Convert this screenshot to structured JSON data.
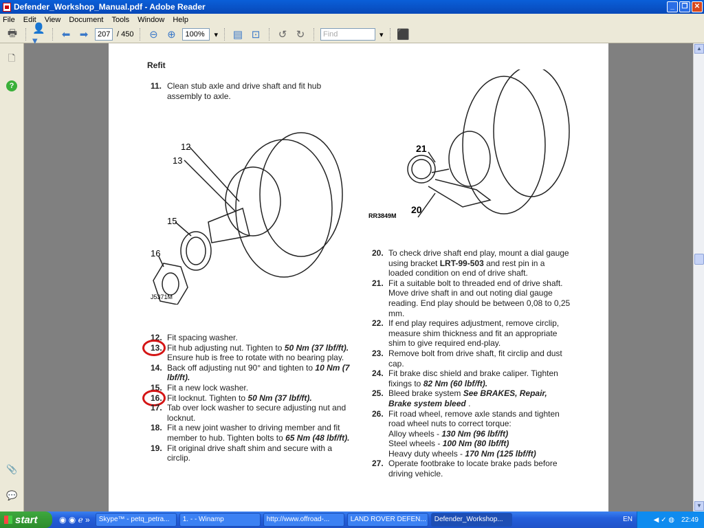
{
  "window": {
    "title": "Defender_Workshop_Manual.pdf - Adobe Reader"
  },
  "menu": [
    "File",
    "Edit",
    "View",
    "Document",
    "Tools",
    "Window",
    "Help"
  ],
  "toolbar": {
    "page_current": "207",
    "page_total": "/ 450",
    "zoom": "100%",
    "find_placeholder": "Find"
  },
  "document": {
    "heading": "Refit",
    "item11": {
      "num": "11.",
      "text": "Clean stub axle and drive shaft and fit hub assembly to axle."
    },
    "figure_left": {
      "labels": [
        "12",
        "13",
        "15",
        "16"
      ],
      "code": "J5371M"
    },
    "figure_right": {
      "labels": [
        "21",
        "20"
      ],
      "code": "RR3849M"
    },
    "left_items": [
      {
        "num": "12.",
        "segs": [
          {
            "t": "Fit spacing washer."
          }
        ]
      },
      {
        "num": "13.",
        "circled": true,
        "segs": [
          {
            "t": "Fit hub adjusting nut. Tighten to "
          },
          {
            "t": "50 Nm (37 lbf/ft).",
            "s": "bi"
          },
          {
            "t": "  Ensure hub is free to rotate with no bearing play."
          }
        ]
      },
      {
        "num": "14.",
        "segs": [
          {
            "t": "Back off adjusting nut 90° and tighten to "
          },
          {
            "t": "10 Nm (7 lbf/ft).",
            "s": "bi"
          }
        ]
      },
      {
        "num": "15.",
        "segs": [
          {
            "t": "Fit a new lock washer."
          }
        ]
      },
      {
        "num": "16.",
        "circled": true,
        "segs": [
          {
            "t": "Fit locknut. Tighten to "
          },
          {
            "t": "50 Nm (37 lbf/ft).",
            "s": "bi"
          }
        ]
      },
      {
        "num": "17.",
        "segs": [
          {
            "t": "Tab over lock washer to secure adjusting nut and locknut."
          }
        ]
      },
      {
        "num": "18.",
        "segs": [
          {
            "t": "Fit a new joint washer to driving member and fit member to hub. Tighten bolts to "
          },
          {
            "t": "65 Nm (48 lbf/ft).",
            "s": "bi"
          }
        ]
      },
      {
        "num": "19.",
        "segs": [
          {
            "t": "Fit original drive shaft shim and secure with a circlip."
          }
        ]
      }
    ],
    "right_items": [
      {
        "num": "20.",
        "segs": [
          {
            "t": "To check drive shaft end play, mount a dial gauge using bracket "
          },
          {
            "t": "LRT-99-503",
            "s": "b"
          },
          {
            "t": " and rest pin in a loaded condition on end of drive shaft."
          }
        ]
      },
      {
        "num": "21.",
        "segs": [
          {
            "t": "Fit a suitable bolt to threaded end of drive shaft. Move drive shaft in and out noting dial gauge reading. End play should be between 0,08 to 0,25 mm."
          }
        ]
      },
      {
        "num": "22.",
        "segs": [
          {
            "t": "If end play requires adjustment, remove circlip, measure shim thickness and fit an appropriate shim to give required end-play."
          }
        ]
      },
      {
        "num": "23.",
        "segs": [
          {
            "t": "Remove bolt from drive shaft, fit circlip and dust cap."
          }
        ]
      },
      {
        "num": "24.",
        "segs": [
          {
            "t": "Fit brake disc shield and brake caliper. Tighten fixings to "
          },
          {
            "t": "82 Nm (60 lbf/ft).",
            "s": "bi"
          }
        ]
      },
      {
        "num": "25.",
        "segs": [
          {
            "t": "Bleed brake system  "
          },
          {
            "t": "See BRAKES, Repair, Brake system bleed",
            "s": "bi"
          },
          {
            "t": " ."
          }
        ]
      },
      {
        "num": "26.",
        "segs": [
          {
            "t": "Fit road wheel, remove axle stands and tighten road wheel nuts to correct torque:"
          },
          {
            "t": "Alloy wheels - ",
            "br": true
          },
          {
            "t": "130 Nm (96 lbf/ft)",
            "s": "bi"
          },
          {
            "t": "Steel wheels - ",
            "br": true
          },
          {
            "t": "100 Nm (80 lbf/ft)",
            "s": "bi"
          },
          {
            "t": "Heavy duty wheels - ",
            "br": true
          },
          {
            "t": "170 Nm (125 lbf/ft)",
            "s": "bi"
          }
        ]
      },
      {
        "num": "27.",
        "segs": [
          {
            "t": "Operate footbrake to locate brake pads before driving vehicle."
          }
        ]
      }
    ]
  },
  "taskbar": {
    "start": "start",
    "tasks": [
      "Skype™ - petq_petra...",
      "1. - - Winamp",
      "http://www.offroad-...",
      "LAND ROVER  DEFEN...",
      "Defender_Workshop..."
    ],
    "lang": "EN",
    "clock": "22:49"
  },
  "colors": {
    "annotation_red": "#d41515",
    "titlebar": "#0a5fd8"
  }
}
